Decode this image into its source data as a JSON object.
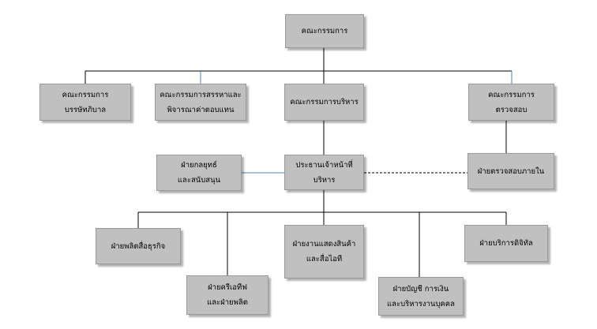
{
  "nodes": {
    "board": [
      "คณะกรรมการ"
    ],
    "governance": [
      "คณะกรรมการ",
      "บรรษัทภิบาล"
    ],
    "nomination": [
      "คณะกรรมการสรรหาและ",
      "พิจารณาค่าตอบแทน"
    ],
    "executive": [
      "คณะกรรมการบริหาร"
    ],
    "audit": [
      "คณะกรรมการ",
      "ตรวจสอบ"
    ],
    "ceo": [
      "ประธานเจ้าหน้าที่",
      "บริหาร"
    ],
    "strategy": [
      "ฝ่ายกลยุทธ์",
      "และสนับสนุน"
    ],
    "internal_audit": [
      "ฝ่ายตรวจสอบภายใน"
    ],
    "business_media": [
      "ฝ่ายพลิตสื่อธุรกิจ"
    ],
    "creative": [
      "ฝ่ายครีเอทีฟ",
      "และฝ่ายพลิต"
    ],
    "sales": [
      "ฝ่ายงานแสดงสินค้า",
      "และสื่อไอที"
    ],
    "finance": [
      "ฝ่ายบัญชี การเงิน",
      "และบริหารงานบุคคล"
    ],
    "digital": [
      "ฝ่ายบริการดิจิทัล"
    ]
  },
  "colors": {
    "box_fill": "#c0c0c0",
    "line_black": "#000000",
    "line_blue": "#4f81bd"
  }
}
